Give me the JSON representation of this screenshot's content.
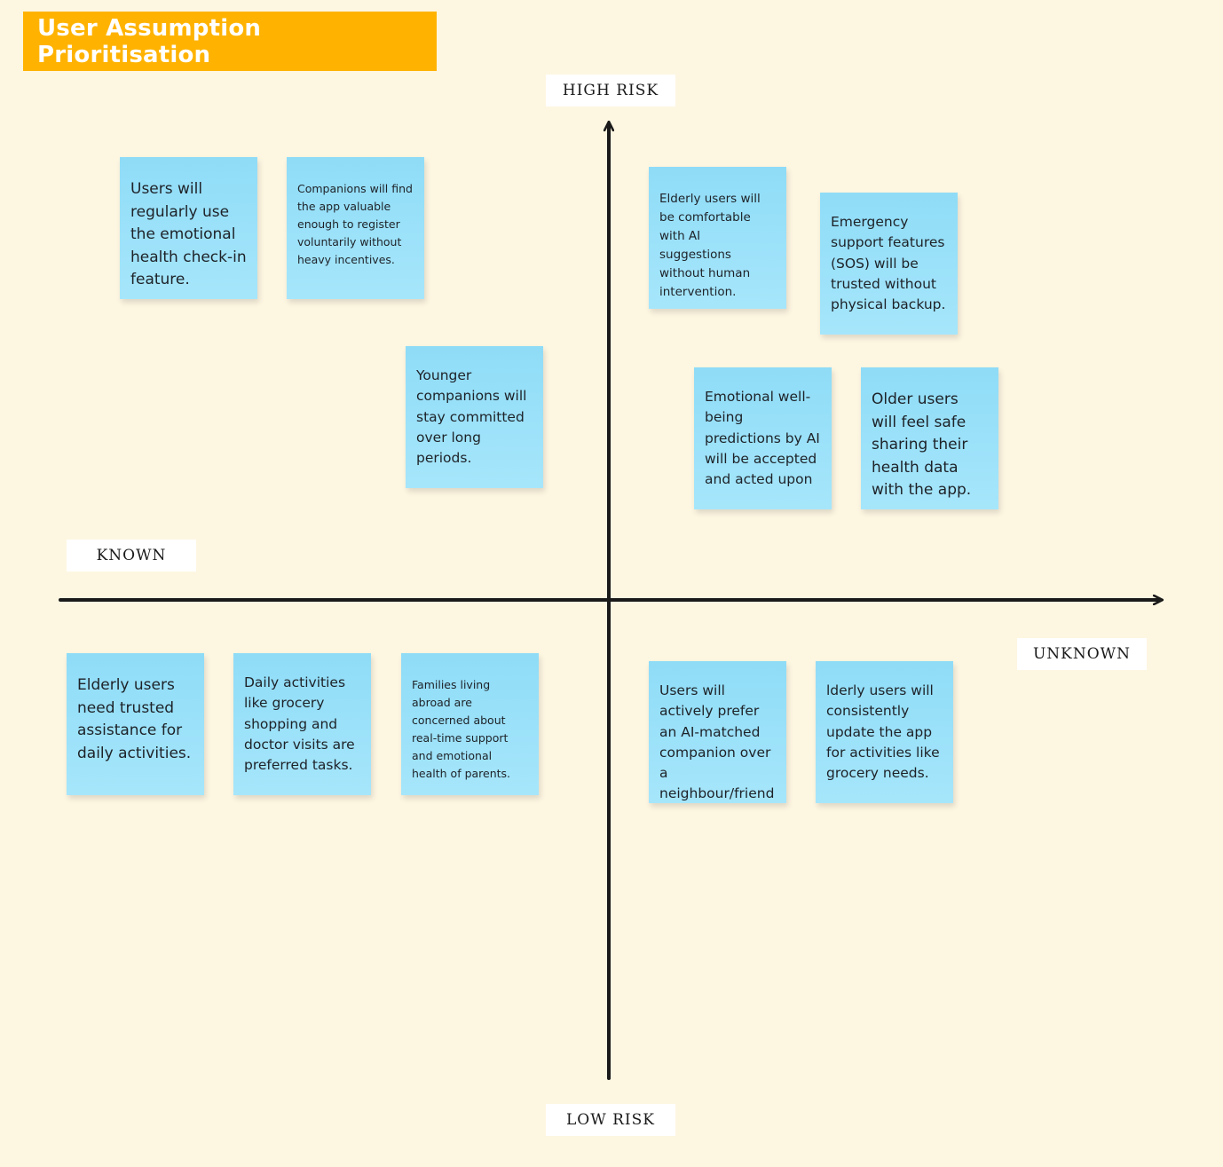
{
  "title": "User Assumption Prioritisation",
  "axes": {
    "top": "HIGH RISK",
    "bottom": "LOW RISK",
    "left": "KNOWN",
    "right": "UNKNOWN"
  },
  "colors": {
    "background": "#fdf6e1",
    "title_banner": "#ffb300",
    "sticky_note": "#9ee2f9",
    "axis_line": "#1a1a1a"
  },
  "quadrants": {
    "known_high_risk": [
      "Users will regularly use the emotional health check-in feature.",
      "Companions will find the app valuable enough to register voluntarily without heavy incentives.",
      "Younger companions will stay committed over long periods."
    ],
    "unknown_high_risk": [
      "Elderly users will be comfortable with AI suggestions without human intervention.",
      "Emergency support features (SOS) will be trusted without physical backup.",
      "Emotional well-being predictions by AI will be accepted and acted upon",
      "Older users will feel safe sharing their health data with the app."
    ],
    "known_low_risk": [
      "Elderly users need trusted assistance for daily activities.",
      "Daily activities like grocery shopping and doctor visits are preferred tasks.",
      "Families living abroad are concerned about real-time support and emotional health of parents."
    ],
    "unknown_low_risk": [
      "Users will actively prefer an AI-matched companion over a neighbour/friend",
      "lderly users will consistently update the app for activities like grocery needs."
    ]
  }
}
